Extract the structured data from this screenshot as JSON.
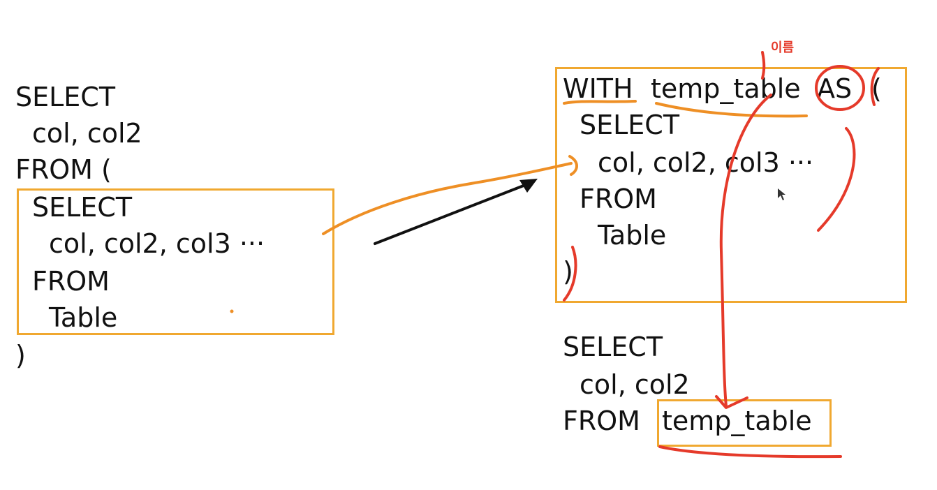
{
  "slide": {
    "title_fragment": "",
    "left_query": {
      "lines": [
        "SELECT",
        "col, col2",
        "FROM ("
      ],
      "subquery_lines": [
        "SELECT",
        "col, col2, col3 ···",
        "FROM",
        "Table"
      ],
      "closing": ")"
    },
    "cte_query": {
      "with_keyword": "WITH",
      "cte_name": "temp_table",
      "as_keyword": "AS",
      "open_paren": "(",
      "inner_lines": [
        "SELECT",
        "col, col2, col3 ···",
        "FROM",
        "Table"
      ],
      "closing": ")"
    },
    "main_query": {
      "lines": [
        "SELECT",
        "col, col2"
      ],
      "from_keyword": "FROM",
      "from_table": "temp_table"
    },
    "handwritten_note": "이름"
  },
  "colors": {
    "box_border": "#f0a830",
    "orange_annotation": "#ee8f25",
    "red_annotation": "#e53a2a",
    "arrow": "#111111"
  }
}
